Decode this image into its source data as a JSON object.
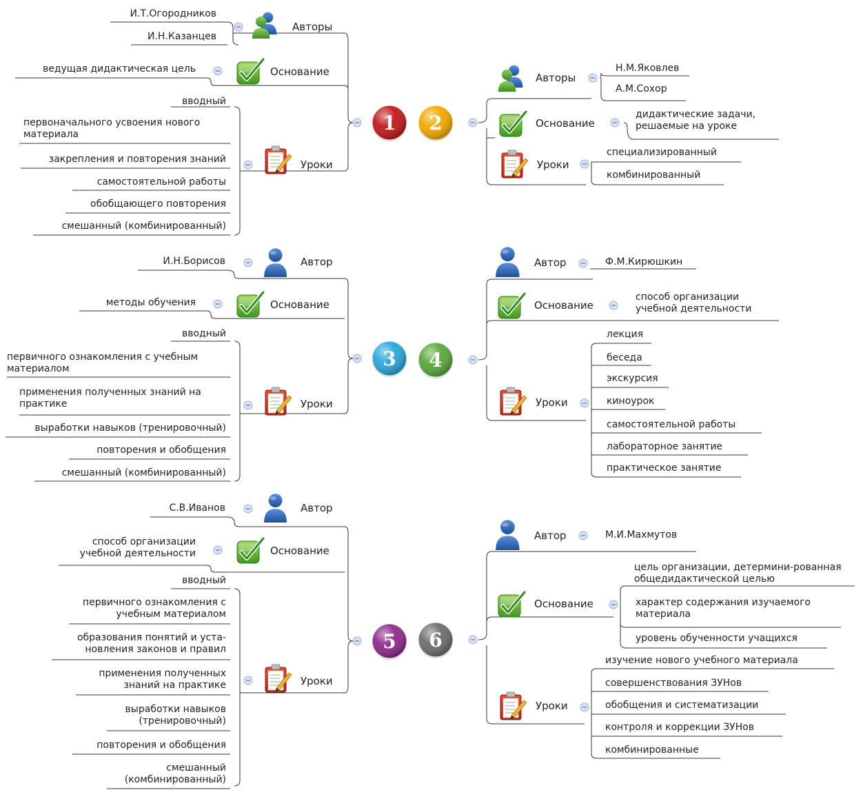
{
  "mindmaps": [
    {
      "number": "1",
      "color": "#c0191b",
      "branches": [
        {
          "label": "Авторы",
          "icon": "users-icon",
          "items": [
            "И.Т.Огородников",
            "И.Н.Казанцев"
          ]
        },
        {
          "label": "Основание",
          "icon": "checkmark-icon",
          "items": [
            "ведущая дидактическая цель"
          ]
        },
        {
          "label": "Уроки",
          "icon": "clipboard-icon",
          "items": [
            "вводный",
            "первоначального усвоения нового материала",
            "закрепления и повторения знаний",
            "самостоятельной работы",
            "обобщающего повторения",
            "смешанный (комбинированный)"
          ]
        }
      ]
    },
    {
      "number": "2",
      "color": "#f2a800",
      "branches": [
        {
          "label": "Авторы",
          "icon": "users-icon",
          "items": [
            "Н.М.Яковлев",
            "А.М.Сохор"
          ]
        },
        {
          "label": "Основание",
          "icon": "checkmark-icon",
          "items": [
            "дидактические задачи, решаемые на уроке"
          ]
        },
        {
          "label": "Уроки",
          "icon": "clipboard-icon",
          "items": [
            "специализированный",
            "комбинированный"
          ]
        }
      ]
    },
    {
      "number": "3",
      "color": "#2aa6d9",
      "branches": [
        {
          "label": "Автор",
          "icon": "user-icon",
          "items": [
            "И.Н.Борисов"
          ]
        },
        {
          "label": "Основание",
          "icon": "checkmark-icon",
          "items": [
            "методы обучения"
          ]
        },
        {
          "label": "Уроки",
          "icon": "clipboard-icon",
          "items": [
            "вводный",
            "первичного ознакомления с учебным материалом",
            "применения полученных знаний на практике",
            "выработки навыков (тренировочный)",
            "повторения и обобщения",
            "смешанный (комбинированный)"
          ]
        }
      ]
    },
    {
      "number": "4",
      "color": "#58a83a",
      "branches": [
        {
          "label": "Автор",
          "icon": "user-icon",
          "items": [
            "Ф.М.Кирюшкин"
          ]
        },
        {
          "label": "Основание",
          "icon": "checkmark-icon",
          "items": [
            "способ организации учебной деятельности"
          ]
        },
        {
          "label": "Уроки",
          "icon": "clipboard-icon",
          "items": [
            "лекция",
            "беседа",
            "экскурсия",
            "киноурок",
            "самостоятельной работы",
            "лабораторное занятие",
            "практическое занятие"
          ]
        }
      ]
    },
    {
      "number": "5",
      "color": "#8d2a8c",
      "branches": [
        {
          "label": "Автор",
          "icon": "user-icon",
          "items": [
            "С.В.Иванов"
          ]
        },
        {
          "label": "Основание",
          "icon": "checkmark-icon",
          "items": [
            "способ организации учебной деятельности"
          ]
        },
        {
          "label": "Уроки",
          "icon": "clipboard-icon",
          "items": [
            "вводный",
            "первичного ознакомления с учебным материалом",
            "образования понятий и уста-новления законов и правил",
            "применения полученных знаний на практике",
            "выработки навыков (тренировочный)",
            "повторения и обобщения",
            "смешанный (комбинированный)"
          ]
        }
      ]
    },
    {
      "number": "6",
      "color": "#6d6d6d",
      "branches": [
        {
          "label": "Автор",
          "icon": "user-icon",
          "items": [
            "М.И.Махмутов"
          ]
        },
        {
          "label": "Основание",
          "icon": "checkmark-icon",
          "items": [
            "цель организации, детермини-рованная общедидактической целью",
            "характер содержания изучаемого материала",
            "уровень обученности учащихся"
          ]
        },
        {
          "label": "Уроки",
          "icon": "clipboard-icon",
          "items": [
            "изучение нового учебного материала",
            "совершенствования ЗУНов",
            "обобщения и систематизации",
            "контроля и коррекции ЗУНов",
            "комбинированные"
          ]
        }
      ]
    }
  ]
}
